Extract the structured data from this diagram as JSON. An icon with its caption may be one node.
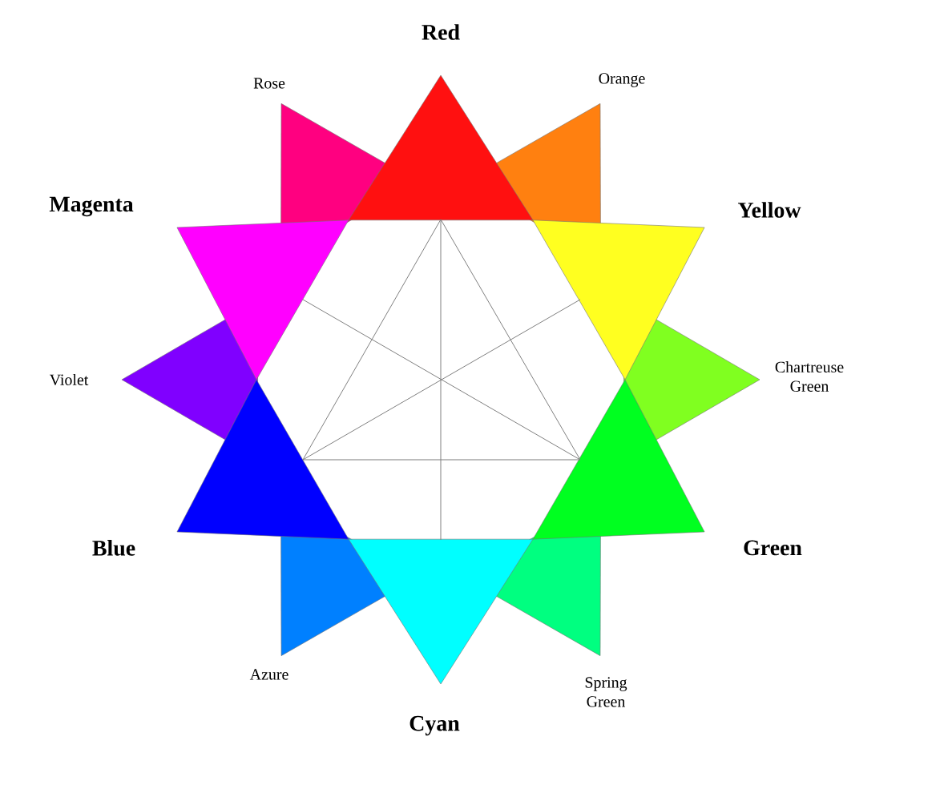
{
  "diagram": {
    "nodes": [
      {
        "text": [
          "Red"
        ]
      },
      {
        "text": [
          "Orange"
        ]
      },
      {
        "text": [
          "Yellow"
        ]
      },
      {
        "text": [
          "Chartreuse Green"
        ]
      },
      {
        "text": [
          "Green"
        ]
      },
      {
        "text": [
          "Spring Green"
        ]
      },
      {
        "text": [
          "Cyan"
        ]
      },
      {
        "text": [
          "Azure"
        ]
      },
      {
        "text": [
          "Blue"
        ]
      },
      {
        "text": [
          "Violet"
        ]
      },
      {
        "text": [
          "Magenta"
        ]
      },
      {
        "text": [
          "Rose"
        ]
      }
    ]
  }
}
